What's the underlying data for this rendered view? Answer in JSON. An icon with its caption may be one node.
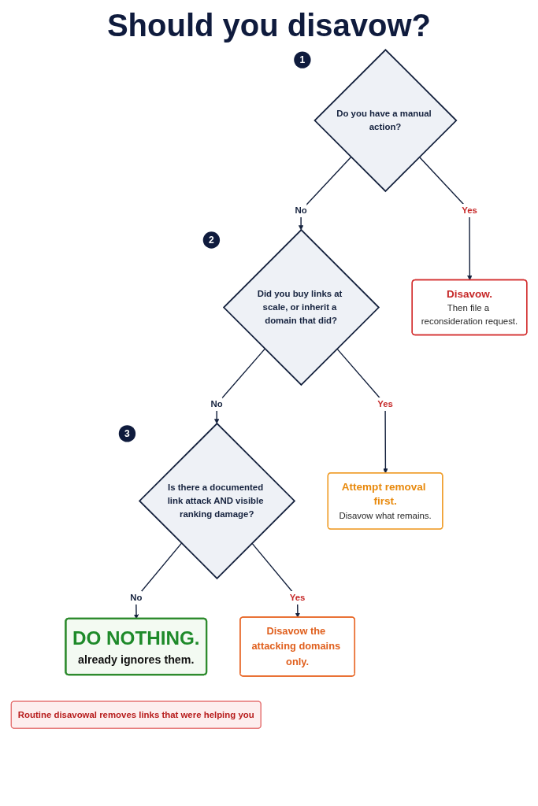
{
  "diagram": {
    "title": "Should you disavow?",
    "nodes": [
      {
        "text": [
          "Do you have a manual action?"
        ],
        "beside": [
          "1"
        ]
      },
      {
        "text": [
          "Disavow.",
          "Then file a reconsideration request."
        ]
      },
      {
        "text": [
          "Did you buy links at scale, or inherit a domain that did?"
        ],
        "beside": [
          "2"
        ]
      },
      {
        "text": [
          "Attempt removal first.",
          "Disavow what remains."
        ]
      },
      {
        "text": [
          "Is there a documented link attack AND visible ranking damage?"
        ],
        "beside": [
          "3"
        ]
      },
      {
        "text": [
          "Disavow the attacking domains only."
        ]
      },
      {
        "text": [
          "DO NOTHING.",
          "already ignores them."
        ]
      },
      {
        "text": [
          "Routine disavowal removes links that were helping you"
        ]
      }
    ],
    "edges": [
      {
        "from": 0,
        "to": 1,
        "arrow": "to",
        "label": "Yes"
      },
      {
        "from": 0,
        "to": 2,
        "arrow": "to",
        "label": "No"
      },
      {
        "from": 2,
        "to": 3,
        "arrow": "to",
        "label": "Yes"
      },
      {
        "from": 2,
        "to": 4,
        "arrow": "to",
        "label": "No"
      },
      {
        "from": 4,
        "to": 5,
        "arrow": "to",
        "label": "Yes"
      },
      {
        "from": 4,
        "to": 6,
        "arrow": "to",
        "label": "No"
      }
    ]
  }
}
